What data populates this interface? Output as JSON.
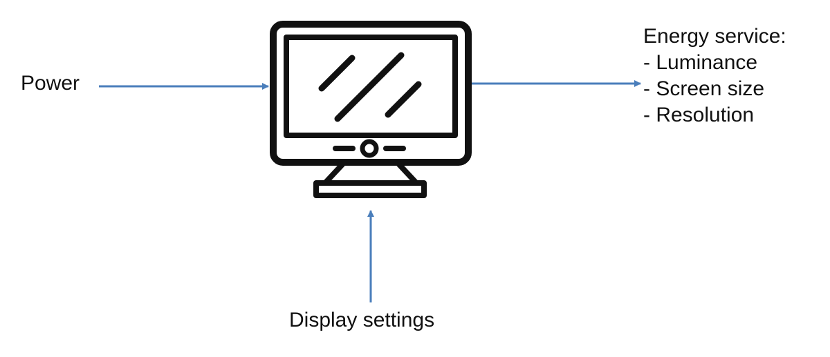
{
  "input_power": {
    "label": "Power"
  },
  "input_settings": {
    "label": "Display settings"
  },
  "output": {
    "title": "Energy service:",
    "items": [
      "- Luminance",
      "- Screen size",
      "- Resolution"
    ]
  },
  "icon": {
    "name": "monitor-icon"
  },
  "colors": {
    "arrow": "#4a7ebb",
    "stroke": "#111111",
    "background": "#ffffff"
  }
}
